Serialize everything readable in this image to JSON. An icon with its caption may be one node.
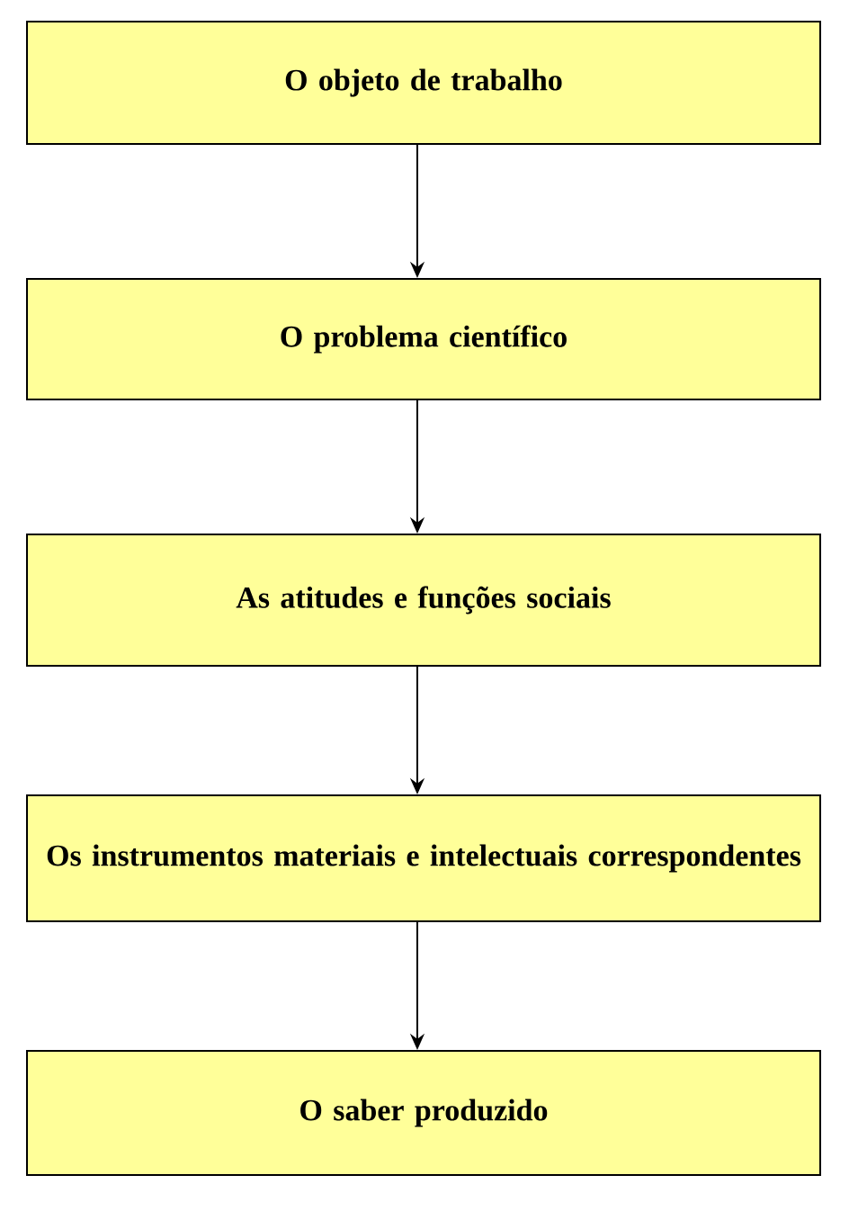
{
  "diagram": {
    "nodes": [
      {
        "text": [
          "O objeto de trabalho"
        ]
      },
      {
        "text": [
          "O problema científico"
        ]
      },
      {
        "text": [
          "As atitudes e funções sociais"
        ]
      },
      {
        "text": [
          "Os instrumentos materiais e intelectuais correspondentes"
        ]
      },
      {
        "text": [
          "O saber produzido"
        ]
      }
    ],
    "edges": [
      {
        "from": 0,
        "to": 1,
        "arrow": "to"
      },
      {
        "from": 1,
        "to": 2,
        "arrow": "to"
      },
      {
        "from": 2,
        "to": 3,
        "arrow": "to"
      },
      {
        "from": 3,
        "to": 4,
        "arrow": "to"
      }
    ]
  }
}
